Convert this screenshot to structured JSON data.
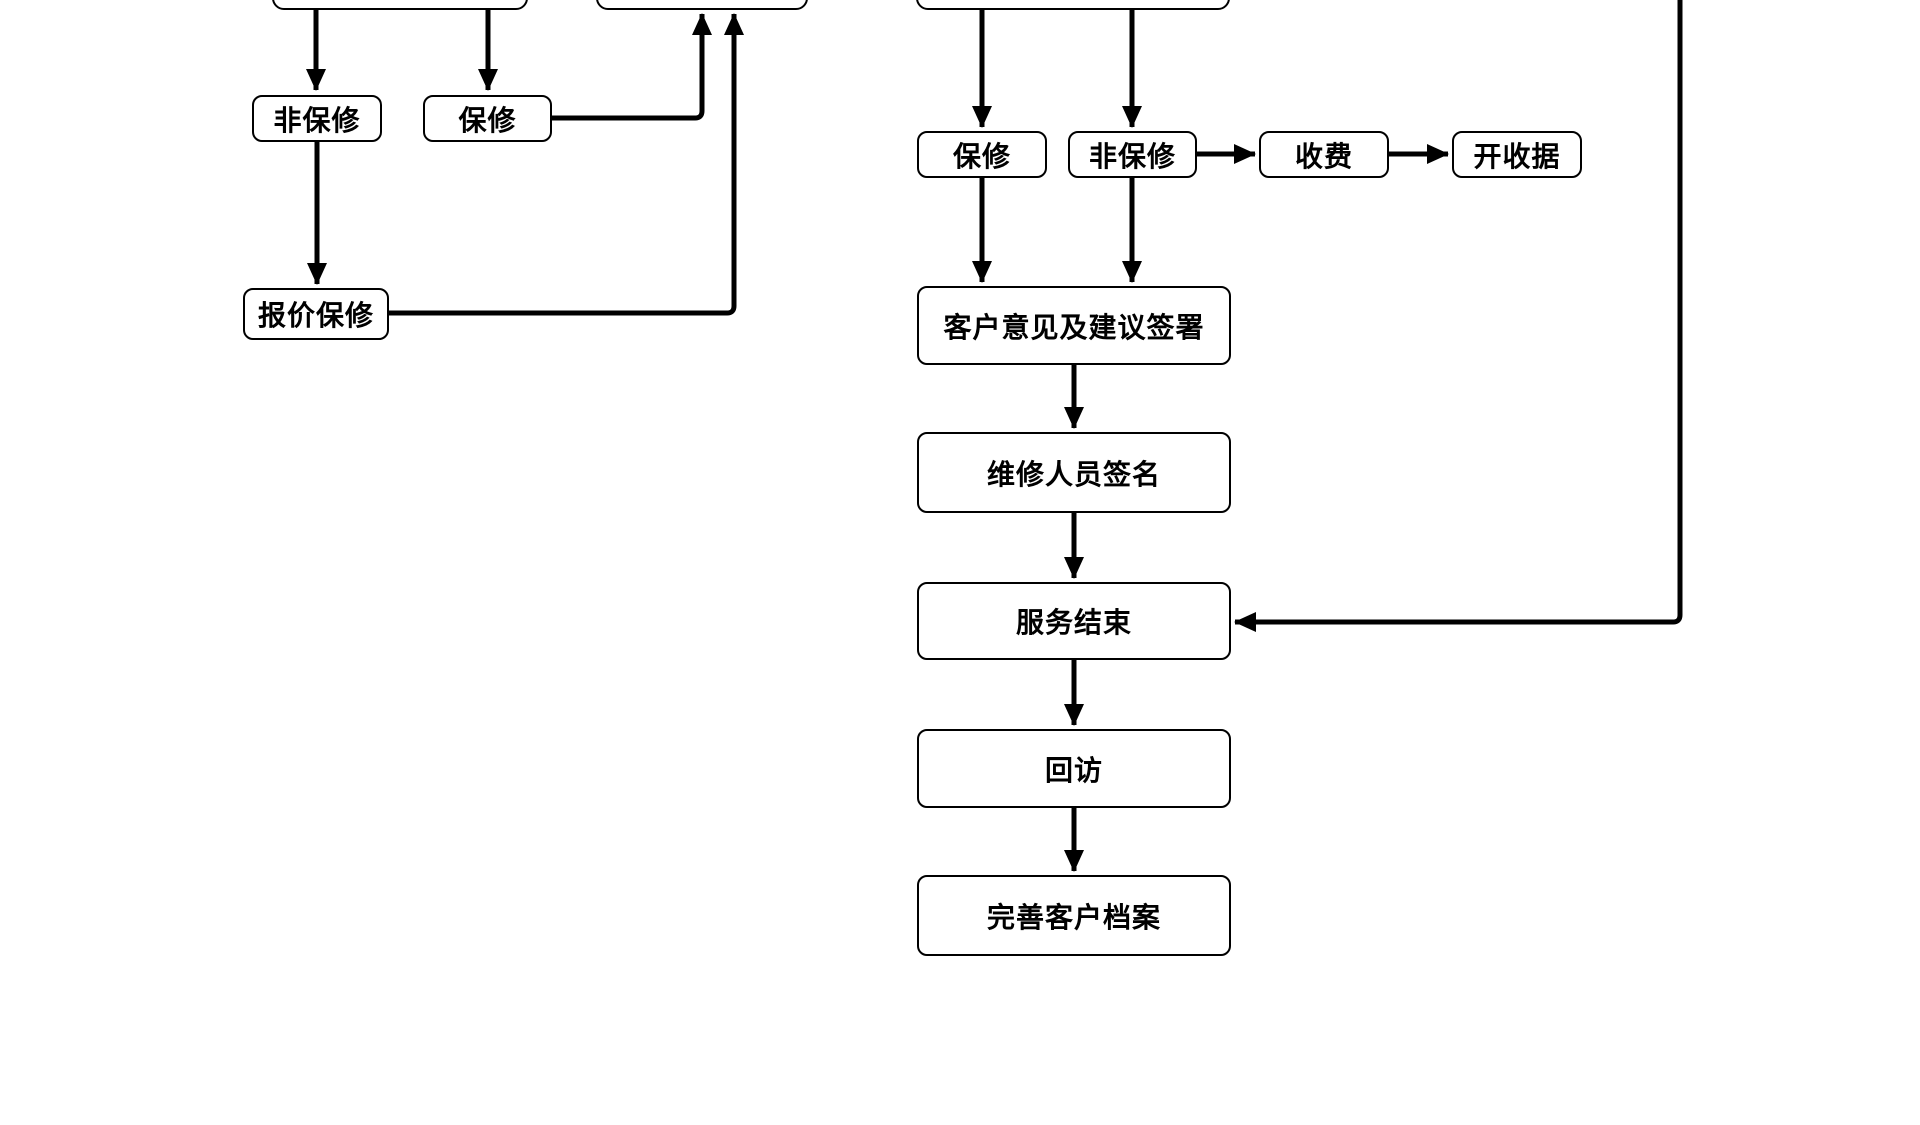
{
  "diagram": {
    "background_color": "#ffffff",
    "line_color": "#000000",
    "nodes": {
      "left_nonwarranty": {
        "label": "非保修"
      },
      "left_warranty": {
        "label": "保修"
      },
      "quote_warranty": {
        "label": "报价保修"
      },
      "right_warranty": {
        "label": "保修"
      },
      "right_nonwarranty": {
        "label": "非保修"
      },
      "charge": {
        "label": "收费"
      },
      "issue_receipt": {
        "label": "开收据"
      },
      "customer_feedback_sign": {
        "label": "客户意见及建议签署"
      },
      "technician_signature": {
        "label": "维修人员签名"
      },
      "service_end": {
        "label": "服务结束"
      },
      "follow_up": {
        "label": "回访"
      },
      "complete_customer_file": {
        "label": "完善客户档案"
      }
    }
  }
}
